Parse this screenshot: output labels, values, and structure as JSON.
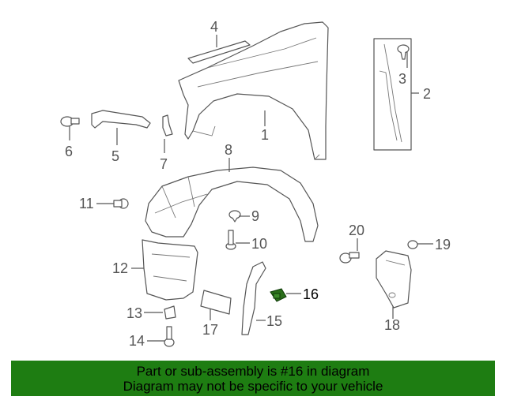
{
  "highlight": "#1e7d12",
  "callouts": {
    "c1": "1",
    "c2": "2",
    "c3": "3",
    "c4": "4",
    "c5": "5",
    "c6": "6",
    "c7": "7",
    "c8": "8",
    "c9": "9",
    "c10": "10",
    "c11": "11",
    "c12": "12",
    "c13": "13",
    "c14": "14",
    "c15": "15",
    "c16": "16",
    "c17": "17",
    "c18": "18",
    "c19": "19",
    "c20": "20"
  },
  "footer": {
    "line1": "Part or sub-assembly is #16 in diagram",
    "line2": "Diagram may not be specific to your vehicle"
  }
}
